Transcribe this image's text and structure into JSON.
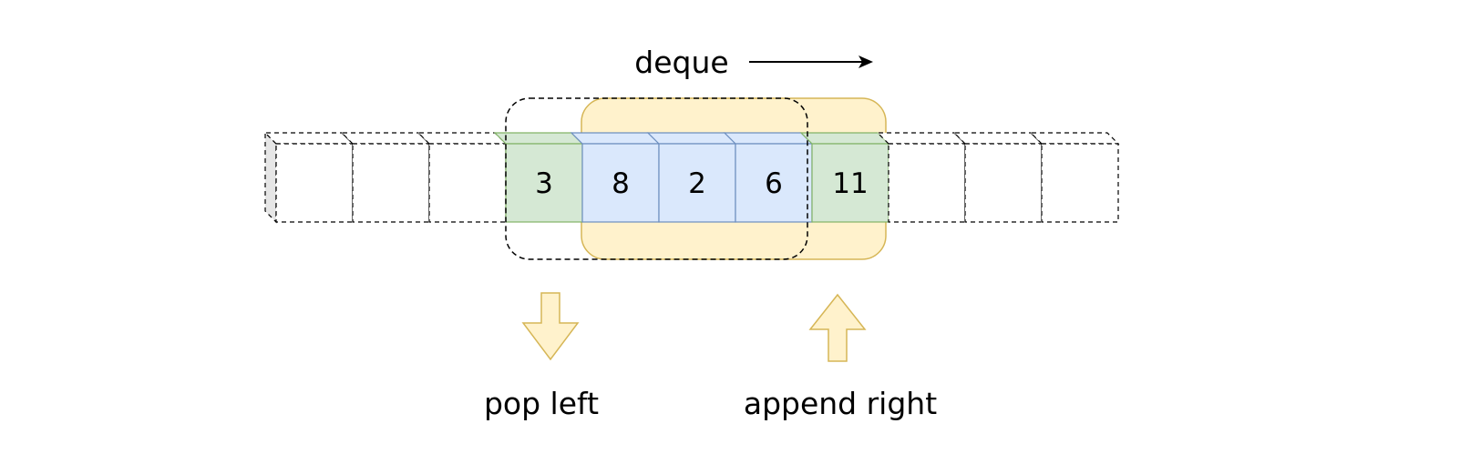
{
  "diagram": {
    "title": "deque",
    "cells": [
      {
        "value": "",
        "state": "empty"
      },
      {
        "value": "",
        "state": "empty"
      },
      {
        "value": "",
        "state": "empty"
      },
      {
        "value": "3",
        "state": "popped"
      },
      {
        "value": "8",
        "state": "kept"
      },
      {
        "value": "2",
        "state": "kept"
      },
      {
        "value": "6",
        "state": "kept"
      },
      {
        "value": "11",
        "state": "appended"
      },
      {
        "value": "",
        "state": "empty"
      },
      {
        "value": "",
        "state": "empty"
      },
      {
        "value": "",
        "state": "empty"
      }
    ],
    "pop_label": "pop left",
    "append_label": "append right"
  },
  "colors": {
    "green_fill": "#d5e8d4",
    "green_stroke": "#82b366",
    "blue_fill": "#dae8fc",
    "blue_stroke": "#6c8ebf",
    "yellow_fill": "#fff2cc",
    "yellow_stroke": "#d6b656",
    "dashed_stroke": "#000000"
  }
}
